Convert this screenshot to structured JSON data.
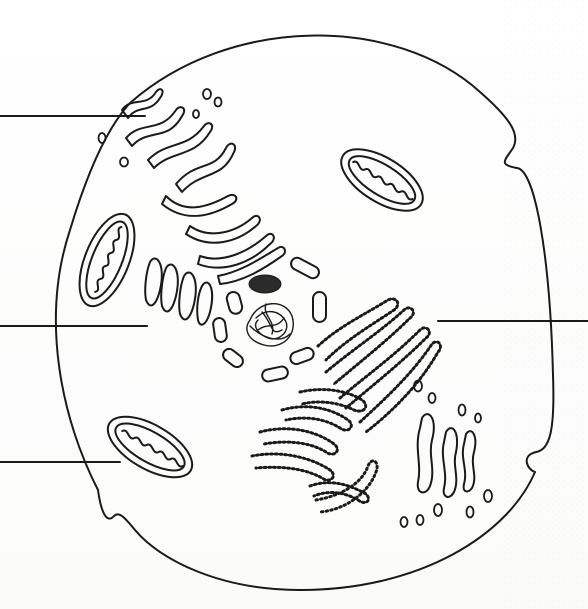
{
  "diagram": {
    "kind": "animal-cell-line-drawing",
    "organelles": [
      "cell-membrane",
      "nucleus",
      "nucleolus",
      "nuclear-envelope",
      "rough-endoplasmic-reticulum",
      "smooth-endoplasmic-reticulum",
      "golgi-apparatus",
      "mitochondria",
      "vesicles"
    ],
    "label_lines": 4,
    "colors": {
      "ink": "#1a1a1a",
      "paper": "#ffffff"
    }
  }
}
